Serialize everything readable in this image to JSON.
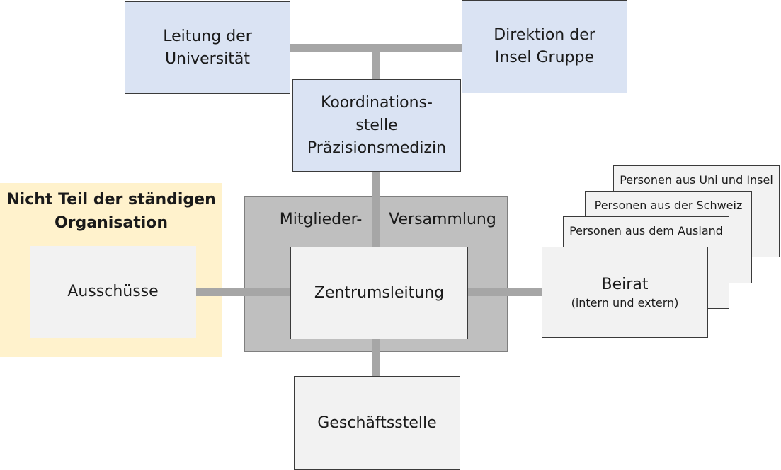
{
  "nodes": {
    "leitung_universitaet": {
      "lines": [
        "Leitung der",
        "Universität"
      ]
    },
    "direktion_insel": {
      "lines": [
        "Direktion der",
        "Insel Gruppe"
      ]
    },
    "koordinationsstelle": {
      "lines": [
        "Koordinations-",
        "stelle",
        "Präzisionsmedizin"
      ]
    },
    "mitgliederversammlung": {
      "left": "Mitglieder-",
      "right": "Versammlung"
    },
    "zentrumsleitung": {
      "label": "Zentrumsleitung"
    },
    "geschaeftsstelle": {
      "label": "Geschäftsstelle"
    },
    "nicht_teil": {
      "lines": [
        "Nicht Teil der ständigen",
        "Organisation"
      ]
    },
    "ausschuesse": {
      "label": "Ausschüsse"
    },
    "beirat": {
      "title": "Beirat",
      "subtitle": "(intern und extern)"
    },
    "beirat_stack": [
      "Personen aus Uni und Insel",
      "Personen aus der Schweiz",
      "Personen aus dem Ausland"
    ]
  },
  "colors": {
    "blue_box": "#dae3f3",
    "light_box": "#f2f2f2",
    "assembly": "#bfbfbf",
    "excluded_area": "#fff2cc",
    "connector": "#a6a6a6"
  }
}
